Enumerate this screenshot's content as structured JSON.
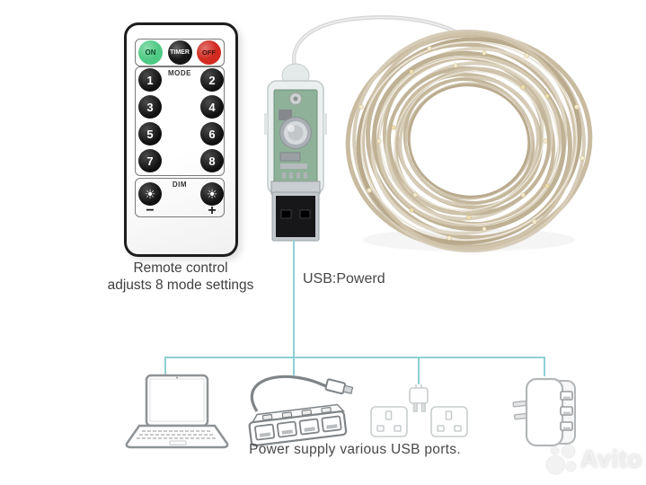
{
  "remote_control": {
    "power_buttons": [
      {
        "label": "ON",
        "color": "#4fca84"
      },
      {
        "label": "TIMER",
        "color": "#161616"
      },
      {
        "label": "OFF",
        "color": "#d22a20"
      }
    ],
    "mode_section_label": "MODE",
    "mode_buttons": [
      "1",
      "2",
      "3",
      "4",
      "5",
      "6",
      "7",
      "8"
    ],
    "dim_section_label": "DIM",
    "dim_decrease_label": "−",
    "dim_increase_label": "+",
    "caption_line1": "Remote control",
    "caption_line2": "adjusts 8 mode settings"
  },
  "usb_connector": {
    "label": "USB:Powerd"
  },
  "power_options": {
    "caption": "Power supply various USB ports."
  },
  "watermark": {
    "brand": "Avito"
  },
  "icons": {
    "brightness_glyph": "☀",
    "laptop": "laptop-icon",
    "usb_hub": "usb-hub-icon",
    "wall_socket": "uk-socket-icon",
    "wall_charger": "usb-wall-charger-icon"
  },
  "colors": {
    "connector_line": "#8ed0d5",
    "on_button_green": "#4fca84",
    "off_button_red": "#d22a20",
    "button_black": "#161616",
    "caption_text": "#3f3f3f",
    "led_wire_champagne": "#cdbfa5",
    "pcb_green": "#8fb099"
  }
}
